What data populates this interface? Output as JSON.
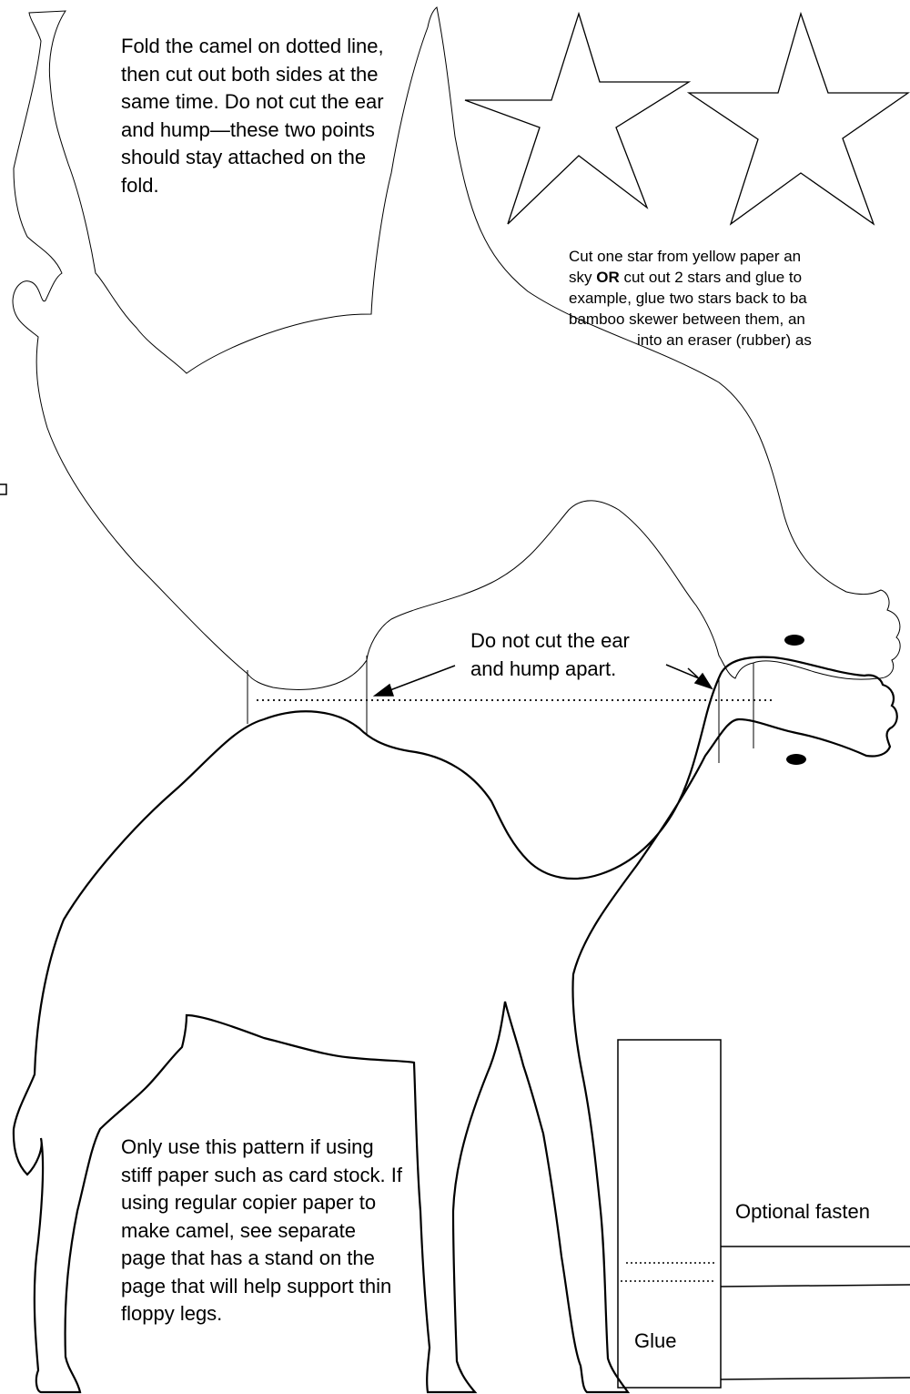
{
  "instructions": {
    "fold": "Fold the camel on dotted line, then cut out both sides at the same time. Do not cut the ear and hump—these two points should stay attached on the fold.",
    "star": {
      "line1": "Cut one star  from yellow paper  an",
      "line2_emph": "OR",
      "line2_pre": "sky ",
      "line2_post": " cut out 2 stars and glue to",
      "line3": "example, glue two stars back to ba",
      "line4": "bamboo skewer between them, an",
      "line5": "into an eraser (rubber) as"
    },
    "warning": "Do not cut the ear\nand hump apart.",
    "stiff_paper": "Only use this pattern if using stiff paper such as card stock. If using regular copier paper to make camel, see separate page that has a stand on the page that will help support thin floppy legs."
  },
  "labels": {
    "fastener": "Optional fasten",
    "glue": "Glue"
  },
  "colors": {
    "ink": "#000000",
    "paper": "#ffffff"
  }
}
